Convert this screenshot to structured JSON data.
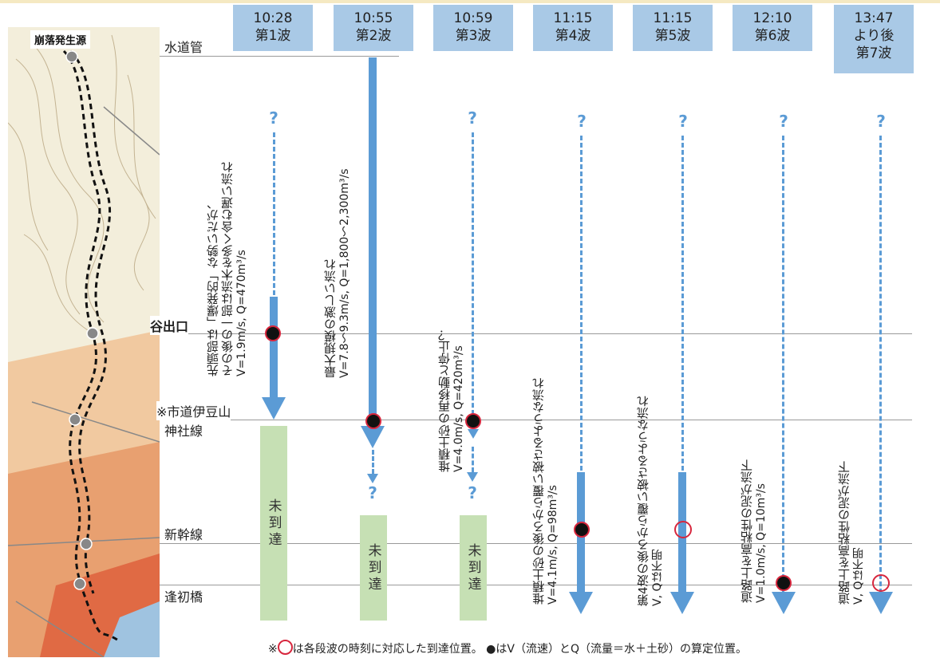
{
  "map": {
    "label": "崩落発生源"
  },
  "locations": {
    "suidokan": "水道管",
    "taniguchi": "谷出口",
    "shido1": "※市道伊豆山",
    "shido2": "神社線",
    "shinkansen": "新幹線",
    "aizomebashi": "逢初橋"
  },
  "waves": [
    {
      "time": "10:28",
      "label": "第1波"
    },
    {
      "time": "10:55",
      "label": "第2波"
    },
    {
      "time": "10:59",
      "label": "第3波"
    },
    {
      "time": "11:15",
      "label": "第4波"
    },
    {
      "time": "11:15",
      "label": "第5波"
    },
    {
      "time": "12:10",
      "label": "第6波"
    },
    {
      "time": "13:47",
      "label": "より後",
      "label2": "第7波"
    }
  ],
  "notes": {
    "w1": {
      "l1": "先頭部は「爆発的」な勢いだが、",
      "l2": "その後の一部は流木を多く含む遅い流れ",
      "l3": "V=1.9m/s, Q=470m³/s"
    },
    "w2": {
      "l1": "最大規模の激しい流れ",
      "l2": "V=7.8～9.3m/s, Q=1,800～2,300m³/s"
    },
    "w3": {
      "l1": "堆積土砂の再移動と停止？",
      "l2": "V=4.0m/s, Q=420m³/s"
    },
    "w4": {
      "l1": "堆積土砂の後ろから覆い被さるような流れ",
      "l2": "V=4.1m/s, Q=98m³/s"
    },
    "w5": {
      "l1": "第4波の後ろから覆い被さるような流れ",
      "l2": "V, Qは不明"
    },
    "w6": {
      "l1": "道路上を高粘性の泥が流下",
      "l2": "V=1.0m/s, Q=10m³/s"
    },
    "w7": {
      "l1": "道路上を高粘性の泥が流下",
      "l2": "V, Qは不明"
    }
  },
  "question": "?",
  "not_reached": "未到達",
  "footer": {
    "prefix": "※",
    "text": "は各段波の時刻に対応した到達位置。 ●はV（流速）とQ（流量＝水＋土砂）の算定位置。"
  },
  "colors": {
    "flow": "#5b9bd5",
    "header": "#a9c9e6",
    "not_reached": "#c6e0b4",
    "marker_ring": "#d7263d"
  }
}
